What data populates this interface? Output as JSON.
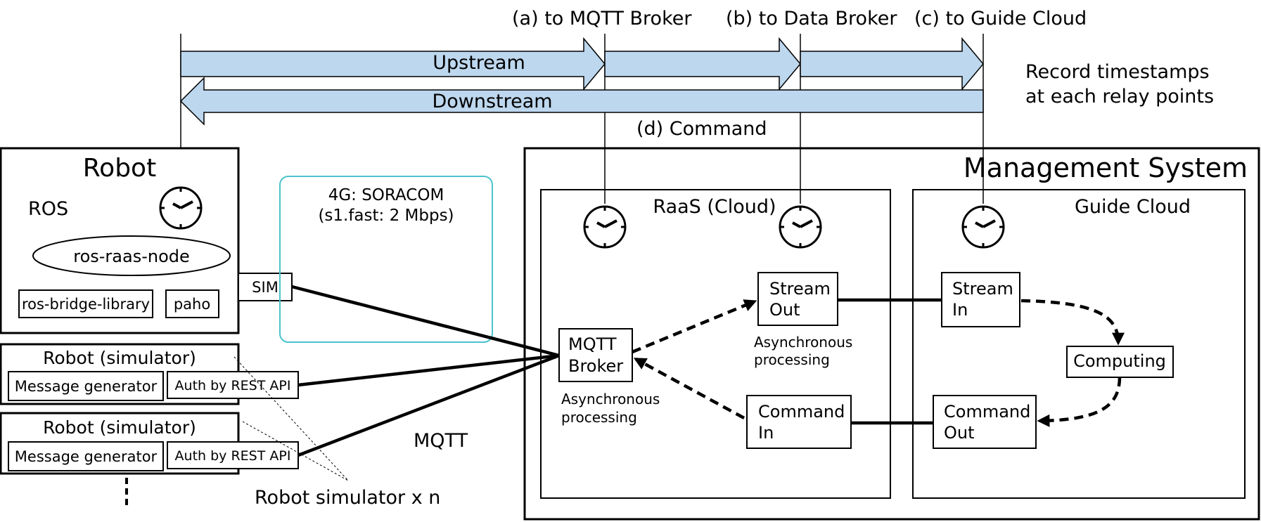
{
  "relay_points": {
    "a": "(a) to MQTT Broker",
    "b": "(b) to Data Broker",
    "c": "(c) to Guide Cloud",
    "d": "(d) Command"
  },
  "arrows": {
    "upstream": "Upstream",
    "downstream": "Downstream",
    "fill": "#bdd7ee",
    "stroke": "#000000"
  },
  "note": {
    "line1": "Record timestamps",
    "line2": "at each relay points"
  },
  "robot": {
    "title": "Robot",
    "ros": "ROS",
    "node": "ros-raas-node",
    "bridge": "ros-bridge-library",
    "paho": "paho",
    "sim": "SIM"
  },
  "network": {
    "line1": "4G: SORACOM",
    "line2": "(s1.fast: 2 Mbps)",
    "border_color": "#4cc3cf"
  },
  "simulators": [
    {
      "title": "Robot (simulator)",
      "generator": "Message generator",
      "auth": "Auth by REST API"
    },
    {
      "title": "Robot (simulator)",
      "generator": "Message generator",
      "auth": "Auth by REST API"
    }
  ],
  "labels": {
    "mqtt": "MQTT",
    "simulator_note": "Robot simulator x n"
  },
  "management": {
    "title": "Management System",
    "raas": {
      "title": "RaaS (Cloud)",
      "mqtt_broker": [
        "MQTT",
        "Broker"
      ],
      "stream_out": [
        "Stream",
        "Out"
      ],
      "command_in": [
        "Command",
        "In"
      ],
      "async_broker": [
        "Asynchronous",
        "processing"
      ],
      "async_stream": [
        "Asynchronous",
        "processing"
      ]
    },
    "guide": {
      "title": "Guide Cloud",
      "stream_in": [
        "Stream",
        "In"
      ],
      "computing": "Computing",
      "command_out": [
        "Command",
        "Out"
      ]
    }
  }
}
